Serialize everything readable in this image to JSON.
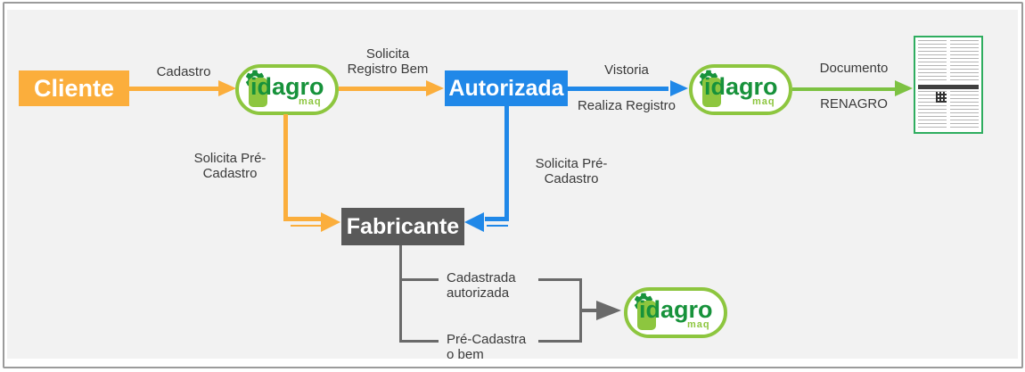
{
  "colors": {
    "orange": "#FBAE3C",
    "blue": "#2088E8",
    "node_gray": "#595959",
    "light_green": "#8DC63F",
    "dark_green": "#17923B",
    "arrow_green": "#7DC242",
    "doc_border_green": "#2FAD5F",
    "line_gray": "#6A6A6A",
    "panel_background": "#F2F2F2"
  },
  "nodes": {
    "cliente": "Cliente",
    "autorizada": "Autorizada",
    "fabricante": "Fabricante"
  },
  "logo": {
    "id": "id",
    "agro": "agro",
    "maq": "maq"
  },
  "labels": {
    "cadastro": "Cadastro",
    "solicita_registro_bem": [
      "Solicita",
      "Registro Bem"
    ],
    "vistoria": "Vistoria",
    "realiza_registro": "Realiza Registro",
    "documento": "Documento",
    "renagro": "RENAGRO",
    "solicita_pre_cadastro_left": [
      "Solicita Pré-",
      "Cadastro"
    ],
    "solicita_pre_cadastro_right": [
      "Solicita Pré-",
      "Cadastro"
    ],
    "cadastrada_autorizada": [
      "Cadastrada",
      "autorizada"
    ],
    "pre_cadastra_o_bem": [
      "Pré-Cadastra",
      "o bem"
    ]
  }
}
